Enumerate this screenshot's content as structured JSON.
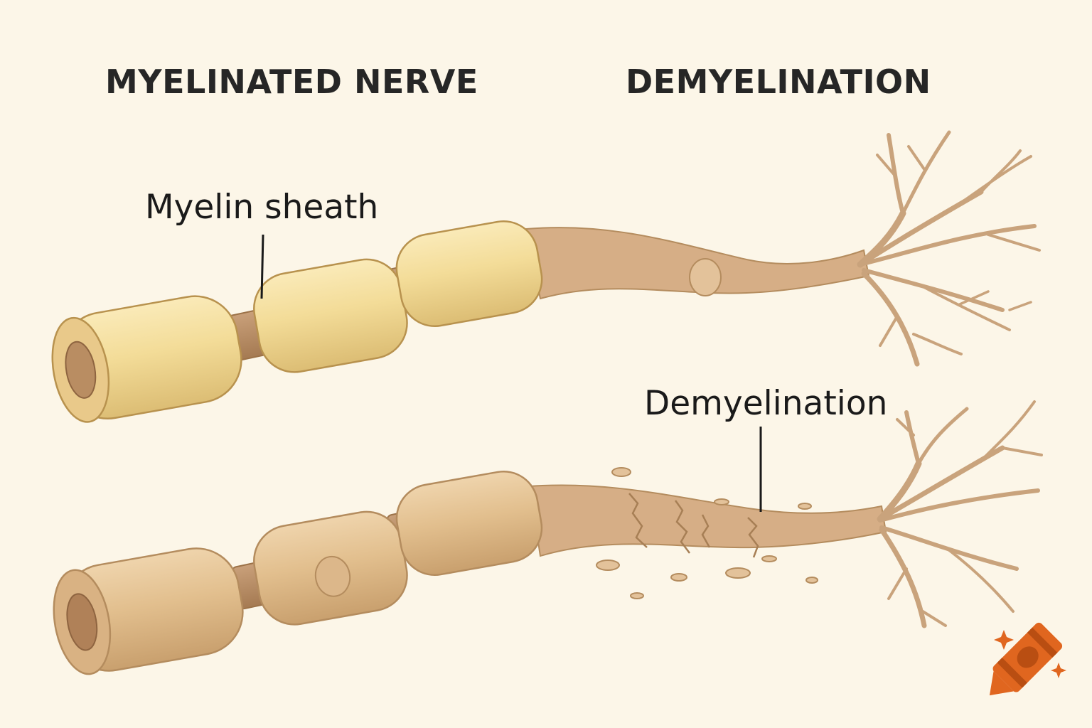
{
  "headings": {
    "left": "MYELINATED NERVE",
    "right": "DEMYELINATION"
  },
  "labels": {
    "myelin_sheath": "Myelin sheath",
    "demyelination": "Demyelination"
  },
  "colors": {
    "background": "#fcf6e8",
    "myelin_healthy": "#f3dc98",
    "myelin_damaged": "#e2bf8e",
    "axon": "#d7b088",
    "outline": "#b48c5e",
    "logo": "#e0661f"
  },
  "icons": [
    "crayon-logo-icon"
  ]
}
